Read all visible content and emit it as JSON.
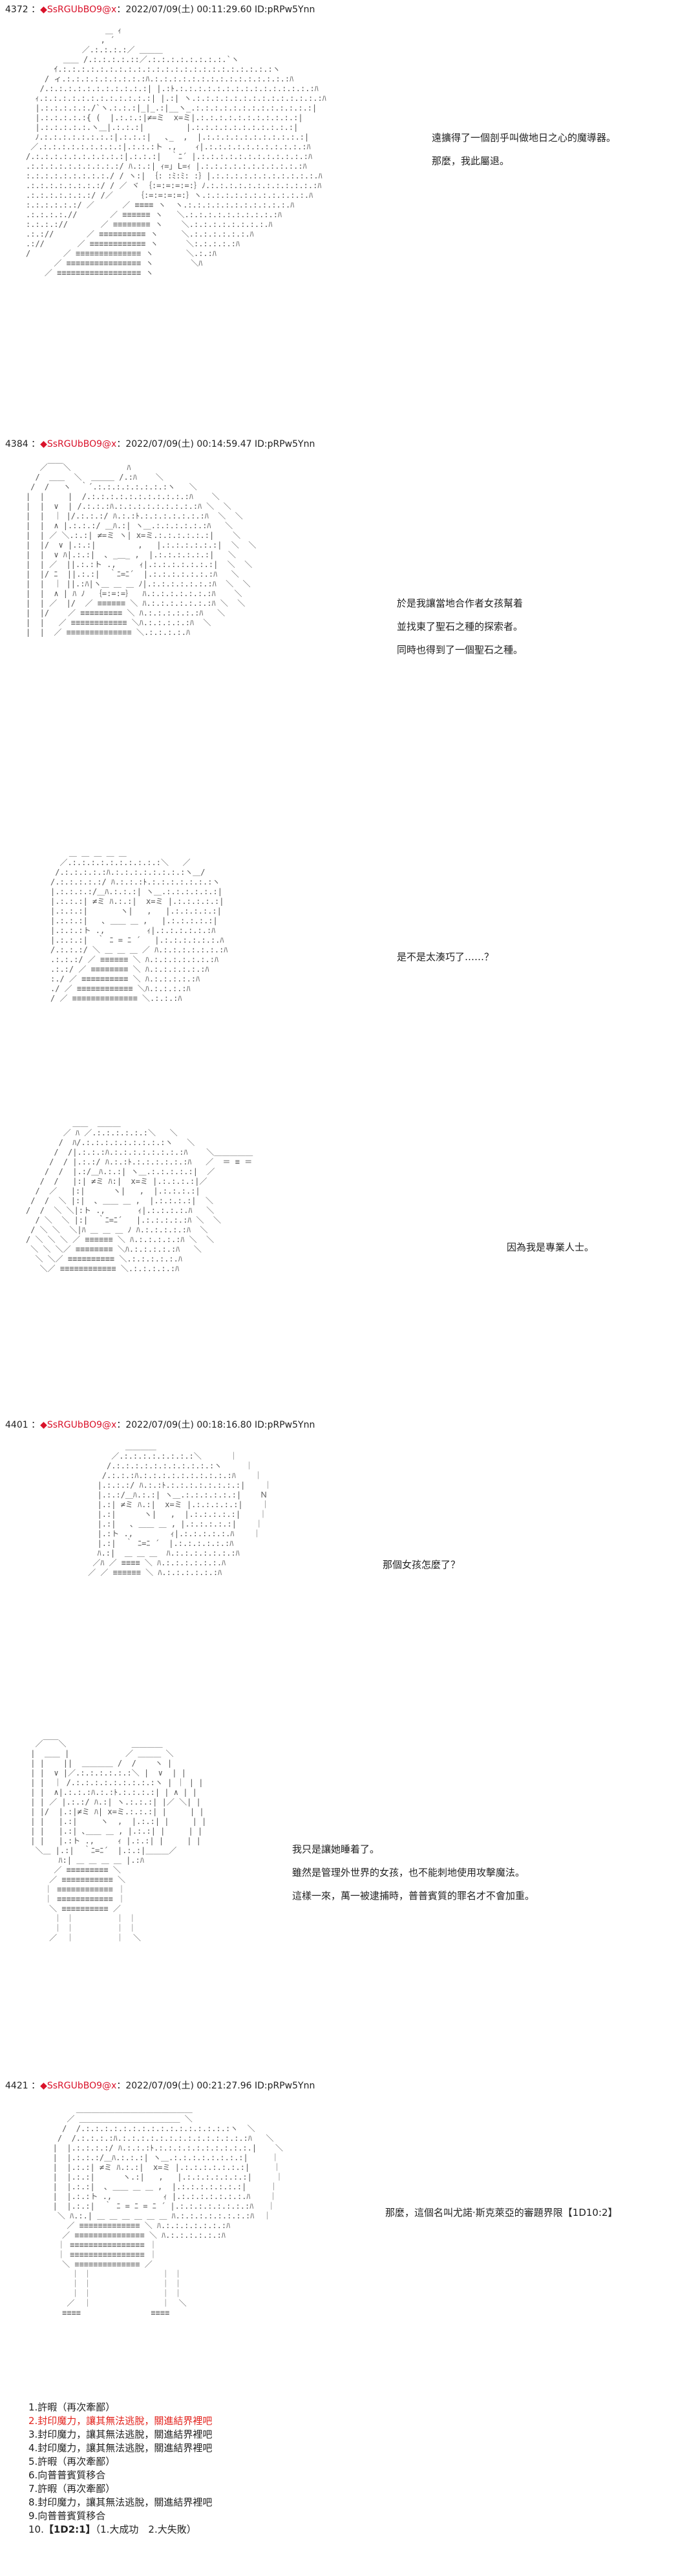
{
  "posts": [
    {
      "number": "4372",
      "name": "◆SsRGUbBO9@x",
      "meta": "2022/07/09(土) 00:11:29.60 ID:pRPw5Ynn",
      "panels": [
        {
          "lines": [
            "遠擴得了一個剖乎叫做地日之心的魔導器。",
            "那麼，我此屬退。"
          ]
        }
      ]
    },
    {
      "number": "4384",
      "name": "◆SsRGUbBO9@x",
      "meta": "2022/07/09(土) 00:14:59.47 ID:pRPw5Ynn",
      "panels": [
        {
          "lines": [
            "於是我讓當地合作者女孩幫着",
            "並找東了聖石之種的探索者。",
            "同時也得到了一個聖石之種。"
          ]
        },
        {
          "lines": [
            "是不是太湊巧了……？"
          ]
        },
        {
          "lines": [
            "因為我是專業人士。"
          ]
        }
      ]
    },
    {
      "number": "4401",
      "name": "◆SsRGUbBO9@x",
      "meta": "2022/07/09(土) 00:18:16.80 ID:pRPw5Ynn",
      "panels": [
        {
          "lines": [
            "那個女孩怎麼了？"
          ]
        },
        {
          "lines": [
            "我只是讓她睡着了。",
            "雖然是管理外世界的女孩，也不能刺地使用攻擊魔法。",
            "這樣一來，萬一被逮捕時，普普賓質的罪名才不會加重。"
          ]
        }
      ]
    },
    {
      "number": "4421",
      "name": "◆SsRGUbBO9@x",
      "meta": "2022/07/09(土) 00:21:27.96 ID:pRPw5Ynn",
      "panels": [
        {
          "lines": [
            "那麼，這個名叫尤諾·斯克萊亞的審題界限【1D10:2】"
          ]
        }
      ]
    }
  ],
  "choices": [
    {
      "text": "1.許暇（再次牽鄙）",
      "red": false
    },
    {
      "text": "2.封印魔力，讓其無法逃脫，關進結界裡吧",
      "red": true
    },
    {
      "text": "3.封印魔力，讓其無法逃脫，關進結界裡吧",
      "red": false
    },
    {
      "text": "4.封印魔力，讓其無法逃脫，關進結界裡吧",
      "red": false
    },
    {
      "text": "5.許暇（再次牽鄙）",
      "red": false
    },
    {
      "text": "6.向普普賓質移合",
      "red": false
    },
    {
      "text": "7.許暇（再次牽鄙）",
      "red": false
    },
    {
      "text": "8.封印魔力，讓其無法逃脫，關進結界裡吧",
      "red": false
    },
    {
      "text": "9.向普普賓質移合",
      "red": false
    }
  ],
  "last_choice": {
    "prefix": "10.",
    "tag": "【1D2:1】",
    "suffix": "（1.大成功　2.大失敗）"
  },
  "art": {
    "a1": "                 ＿ ｨ\n                , ´\n            ／.:.:.:.:／ ＿＿＿\n        ＿＿ /.:.:.:.:.::／.:.:.:.:.:.:.:.:.`ヽ\n      ｲ.:.:.:.:.:.:.:.:.:.:.:.:.:.:.:.:.:.:.:.:.:.:.:ヽ\n    / ィ.:.:.:.:.:.:.:.:.:ﾊ.:.:.:.:.:.:.:.:.:.:.:.:.:.:.:ﾊ\n   /.:.:.:.:.:.:.:.:.:.:.:| |.:ﾄ.:.:.:.:.:.:.:.:.:.:.:.:.:.:.:ﾊ\n  ｨ.:.:.:.:.:.:.:.:.:.:.:.:| |.:| ヽ.:.:.:.:.:.:.:.:.:.:.:.:.:.:ﾊ\n  |.:.:.:.:.:./`ヽ.:.:.:|_|_.:|__ヽ_.:.:.:.:.:.:.:.:.:.:.:.:.:|\n  |.:.:.:.:.:{ (  |.:.:.:|≠=ミ  x=ミ|.:.:.:.:.:.:.:.:.:.:.:|\n  |.:.:.:.:.:.ヽ＿|.:.:.:|         |.:.:.:.:.:.:.:.:.:.:.:|\n  ﾉ.:.:.:.:.:.:.:.:|.:.:.:|   ､_  ,  |.:.:.:.:.:.:.:.:.:.:.:|\n ／.:.:.:.:.:.:.:.:.:|.:.:.:ト .,    ｨ|.:.:.:.:.:.:.:.:.:.:.:ﾊ\n/.:.:.:.:.:.:.:.:.:.:|.:.:.:|  ｀ﾆ´ |.:.:.:.:.:.:.:.:.:.:.:.:ﾊ\n.:.:.:.:.:.:.:.:.:.:/ ﾊ.:.:| ｨ=｣ L=ｨ |.:.:.:.:.:.:.:.:.:.:.:ﾊ\n:.:.:.:.:.:.:.:.:./ / ヽ:| ｛: :ﾐ:ﾐ: :｝|.:.:.:.:.:.:.:.:.:.:.:.ﾊ\n.:.:.:.:.:.:.:.:/ / ／ ヾ ｛:=:=:=:=:｝ﾉ.:.:.:.:.:.:.:.:.:.:.:.:ﾊ\n.:.:.:.:.:.:.:/ /／     ｛:=:=:=:=:｝ヽ.:.:.:.:.:.:.:.:.:.:.:.ﾊ\n:.:.:.:.:.:/ ／      ／ ≡≡≡≡ ヽ  ヽ.:.:.:.:.:.:.:.:.:.:.:.ﾊ\n.:.:.:.:.//       ／ ≡≡≡≡≡≡ ヽ   ＼.:.:.:.:.:.:.:.:.:.:ﾊ\n:.:.:.://       ／ ≡≡≡≡≡≡≡≡ ヽ    ＼.:.:.:.:.:.:.:.:.ﾊ\n.:.://       ／ ≡≡≡≡≡≡≡≡≡≡ ヽ     ＼.:.:.:.:.:.:.ﾊ\n.://       ／ ≡≡≡≡≡≡≡≡≡≡≡≡ ヽ      ＼:.:.:.:.:ﾊ\n/       ／ ≡≡≡≡≡≡≡≡≡≡≡≡≡≡ ヽ       ＼.:.:ﾊ\n      ／ ≡≡≡≡≡≡≡≡≡≡≡≡≡≡≡≡ ヽ        ＼ﾊ\n    ／ ≡≡≡≡≡≡≡≡≡≡≡≡≡≡≡≡≡≡ ヽ",
    "a2": "   ／￣￣＼            ﾊ\n  /  ＿＿  ＼  ＿＿＿ /.:ﾊ    ＼\n /  /   ヽ  ｀´.:.:.:.:.:.:.:.:ヽ   ＼\n|  |     |  /.:.:.:.:.:.:.:.:.:.:.:ﾊ    ＼\n|  |  ∨  | /.:.:.:ﾊ.:.:.:.:.:.:.:.:.:ﾊ ＼  ＼\n|  |  ｜ |/.:.:.:/ ﾊ.:.:ﾄ.:.:.:.:.:.:.:ﾊ  ＼  ＼\n|  |  ∧ |.:.:.:/ ＿ﾊ.:| ヽ＿.:.:.:.:.:.:ﾊ   ＼\n|  | ／ ＼.:.:| ≠=ミ ヽ| x=ミ.:.:.:.:.:.:|    ＼\n|  |/  ∨ |.:.:|         ,   |.:.:.:.:.:.:|  ＼  ＼\n|  |  ∨ ﾊ|.:.:|  ､ _＿_ ,  |.:.:.:.:.:.:|   ＼\n|  | ／  ||.:.:ト .,     ｨ|.:.:.:.:.:.:.:|  ＼  ＼\n|  |/ ﾆ  ||.:.:|  ｀ﾆ=ﾆ´  |.:.:.:.:.:.:.:ﾊ   ＼\n|  |  ｜ ||.:ﾊ|ヽ＿ ＿ ＿ ﾉ|.:.:.:.:.:.:.:ﾊ  ＼  ＼\n|  |  ∧ | ﾊ ﾉ  ｛=:=:=｝  ﾊ.:.:.:.:.:.:.:ﾊ    ＼\n|  | ／  |/  ／ ≡≡≡≡≡≡ ＼ ﾊ.:.:.:.:.:.:.:ﾊ ＼  ＼\n|  |/    ／ ≡≡≡≡≡≡≡≡≡ ＼ ﾊ.:.:.:.:.:.:ﾊ   ＼\n|  |   ／ ≡≡≡≡≡≡≡≡≡≡≡≡ ＼ﾊ.:.:.:.:.:ﾊ  ＼\n|  |  ／ ≡≡≡≡≡≡≡≡≡≡≡≡≡≡ ＼.:.:.:.:.ﾊ",
    "a3": "    ＿ ＿ ＿ ＿ ＿\n  ／.:.:.:.:.:.:.:.:.:.:＼   ／\n /.:.:.:.:.:ﾊ.:.:.:.:.:.:.:.:ヽ＿/\n/.:.:.:.:.:/ ﾊ.:.:.:ﾄ.:.:.:.:.:.:.:ヽ\n|.:.:.:.:/＿ﾊ.:.:.:| ヽ＿.:.:.:.:.:.:|\n|.:.:.:| ≠ミ ﾊ.:.:|  x=ミ |.:.:.:.:.:|\n|.:.:.:|       ヽ|   ,   |.:.:.:.:.:|\n|.:.:.:|   ､ ＿＿ ＿ ,   |.:.:.:.:.:|\n|.:.:.:ト .,         ｨ|.:.:.:.:.:.:ﾊ\n|.:.:.:|  ｀ ﾆ = ﾆ ´   |.:.:.:.:.:.:.ﾊ\n/.:.:.:/ ＼ ＿ ＿ ＿ ／ ﾊ.:.:.:.:.:.:.:ﾊ\n.:.:.:/ ／ ≡≡≡≡≡≡ ＼ ﾊ.:.:.:.:.:.:.:ﾊ\n.:.:/ ／ ≡≡≡≡≡≡≡≡ ＼ ﾊ.:.:.:.:.:.:ﾊ\n:./ ／ ≡≡≡≡≡≡≡≡≡≡ ＼ ﾊ.:.:.:.:.:ﾊ\n./ ／ ≡≡≡≡≡≡≡≡≡≡≡≡ ＼ﾊ.:.:.:.:ﾊ\n/ ／ ≡≡≡≡≡≡≡≡≡≡≡≡≡≡ ＼.:.:.:ﾊ",
    "a4": "          ＿＿  ＿＿＿\n        ／ ﾊ ／.:.:.:.:.:.:＼   ＼\n       /  ﾊ/.:.:.:.:.:.:.:.:.:ヽ   ＼\n      /  /|.:.:.:ﾊ.:.:.:.:.:.:.:.:ﾊ    ＼＿＿＿＿＿\n     /  / |.:.:/ ﾊ.:.:ﾄ.:.:.:.:.:.:ﾊ   ／  ＝ ≡ ＝\n    /  /  |.:/＿ﾊ.:.:| ヽ＿.:.:.:.:.:|  ／\n   /  /   |:| ≠ミ ﾊ:|  x=ミ |.:.:.:.:|／\n  /  ／   |:|      ヽ|   ,  |.:.:.:.:|\n /  /  ＼ |:|  ､ ＿＿ ＿ ,  |.:.:.:.:|  ＼\n/  /  ＼ ＼|:ト .,       ｨ|.:.:.:.:.ﾊ   ＼\n  / ＼  ＼ |:|  ｀ﾆ=ﾆ´   |.:.:.:.:.:ﾊ ＼  ＼\n / ＼ ＼  ＼|ﾊ ＿ ＿ ＿ ﾉ ﾊ.:.:.:.:.:ﾊ  ＼\n/ ＼ ＼ ＼ ／ ≡≡≡≡≡≡ ＼ ﾊ.:.:.:.:.:ﾊ ＼  ＼\n ＼ ＼ ＼／ ≡≡≡≡≡≡≡≡ ＼ﾊ.:.:.:.:.:ﾊ   ＼\n  ＼ ＼／ ≡≡≡≡≡≡≡≡≡≡ ＼.:.:.:.:.:.ﾊ\n   ＼／ ≡≡≡≡≡≡≡≡≡≡≡≡ ＼.:.:.:.:.:ﾊ",
    "a5": "             ＿＿＿＿\n          ／.:.:.:.:.:.:.:.:＼      ｜\n         /.:.:.:.:.:.:.:.:.:.:.:ヽ     ｜\n        /.:.:.:ﾊ.:.:.:.:.:.:.:.:.:.:ﾊ    ｜\n       |.:.:.:/ ﾊ.:.:ﾄ.:.:.:.:.:.:.:.:|    ｜\n       |.:.:/＿ﾊ.:.:| ヽ＿.:.:.:.:.:.:|    Ｎ\n       |.:| ≠ミ ﾊ.:|  x=ミ |.:.:.:.:.:|    ｜\n       |.:|      ヽ|   ,  |.:.:.:.:.:|    ｜\n       |.:|   ､ ＿＿ ＿ , |.:.:.:.:.:|    ｜\n       |.:ト .,        ｨ|.:.:.:.:.:.ﾊ    ｜\n       |.:|  ｀ ﾆ=ﾆ ´  |.:.:.:.:.:.:ﾊ\n       ﾊ.:|  ＿ ＿ ＿  ﾊ.:.:.:.:.:.:.:ﾊ\n      ／ﾊ ／ ≡≡≡≡ ＼ ﾊ.:.:.:.:.:.:.ﾊ\n     ／ ／ ≡≡≡≡≡≡ ＼ ﾊ.:.:.:.:.:.:ﾊ",
    "a6": "  ／￣￣＼              ＿＿＿＿\n |  ＿＿ |            ／ ＿＿＿ ＼\n | |    ||  ＿＿＿＿ /  /    ヽ |\n | |  ∨ |／.:.:.:.:.:.:＼ |  ∨  | |\n | |  ｜ /.:.:.:.:.:.:.:.:.:ヽ | ｜ | |\n | |  ∧|.:.:.:ﾊ.:.:ﾄ.:.:.:.:| | ∧ | |\n | | ／ |.:.:/ ﾊ.:| ヽ.:.:.:| |／ ＼| |\n | |/  |.:|≠ミ ﾊ| x=ミ.:.:.:| |     | |\n | |   |.:|     ヽ  ,  |.:.:| |     | |\n | |   |.:| ､＿＿ ＿ , |.:.:| |     | |\n | |   |.:ト .,     ｨ |.:.:| |     | |\n  ＼＿ |.:|  ｀ﾆ=ﾆ´  |.:.:|＿＿＿／\n       ﾊ:| ＿ ＿ ＿ ＿ |.:ﾊ\n      ／ ≡≡≡≡≡≡≡≡≡ ＼\n     ／ ≡≡≡≡≡≡≡≡≡≡≡ ＼\n    ｜ ≡≡≡≡≡≡≡≡≡≡≡≡ ｜\n    ｜ ≡≡≡≡≡≡≡≡≡≡≡≡ ｜\n     ＼ ≡≡≡≡≡≡≡≡≡≡ ／\n      ｜ ｜         ｜ ｜\n      ｜ ｜         ｜ ｜\n     ／  ｜         ｜  ＼",
    "a7": "        ＿＿＿＿＿＿＿＿＿＿＿＿＿＿＿\n      ／ ＿＿＿＿＿＿＿＿＿＿＿＿＿ ＼\n     /  /.:.:.:.:.:.:.:.:.:.:.:.:.:.:.:.:ヽ  ＼\n    /  /.:.:.:.:ﾊ.:.:.:.:.:.:.:.:.:.:.:.:.:.:ﾊ   ＼\n   |  |.:.:.:.:/ ﾊ.:.:.:ﾄ.:.:.:.:.:.:.:.:.:.:.|    ＼\n   |  |.:.:.:/＿ﾊ.:.:.:| ヽ＿.:.:.:.:.:.:.:.:|     ｜\n   |  |.:.:| ≠ミ ﾊ.:.:|  x=ミ |.:.:.:.:.:.:.:|     ｜\n   |  |.:.:|      ヽ.:|   ,   |.:.:.:.:.:.:.:|     ｜\n   |  |.:.:|  ､ ＿＿ ＿ ＿ ,  |.:.:.:.:.:.:.:|     ｜\n   |  |.:.:ト .,           ｨ |.:.:.:.:.:.:.:.ﾊ    ｜\n   |  |.:.:|  ｀ ﾆ = ﾆ = ﾆ ´ |.:.:.:.:.:.:.:.:ﾊ   ｜\n    ＼ ﾊ.:.| ＿ ＿ ＿ ＿ ＿ ＿ ﾊ.:.:.:.:.:.:.:.:ﾊ  ｜\n      ／ ≡≡≡≡≡≡≡≡≡≡≡≡≡ ＼ ﾊ.:.:.:.:.:.:.:ﾊ\n     ／ ≡≡≡≡≡≡≡≡≡≡≡≡≡≡≡ ＼ ﾊ.:.:.:.:.:.:ﾊ\n    ｜ ≡≡≡≡≡≡≡≡≡≡≡≡≡≡≡≡ ｜\n    ｜ ≡≡≡≡≡≡≡≡≡≡≡≡≡≡≡≡ ｜\n     ＼ ≡≡≡≡≡≡≡≡≡≡≡≡≡≡ ／\n       ｜ ｜               ｜ ｜\n       ｜ ｜               ｜ ｜\n       ｜ ｜               ｜ ｜\n      ／  ｜               ｜  ＼\n     ≡≡≡≡               ≡≡≡≡"
  }
}
